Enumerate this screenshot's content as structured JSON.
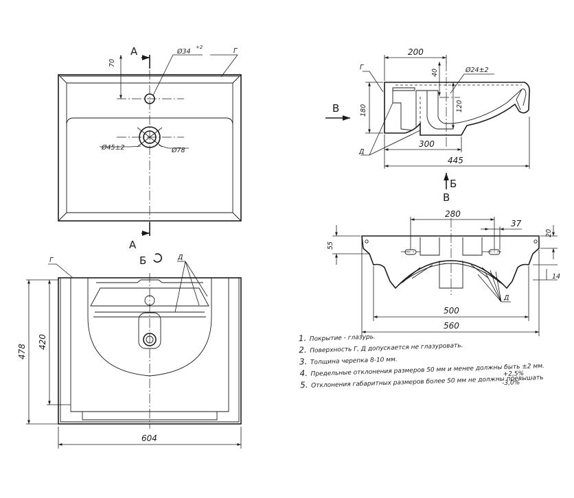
{
  "top_view": {
    "dim_70": "70",
    "dim_hole": "Ø34",
    "dim_hole_tol": "+2",
    "dim_drain": "Ø45±2",
    "dim_drain_outer": "Ø78",
    "label_g": "Г",
    "section_a_top": "А",
    "section_a_bottom": "А"
  },
  "front_view": {
    "view_b_label": "Б",
    "label_g": "Г",
    "label_d": "Д",
    "dim_height_total": "478",
    "dim_height_inner": "420",
    "dim_width": "604"
  },
  "section_view": {
    "dim_200": "200",
    "dim_40": "40",
    "dim_hole": "Ø24±2",
    "dim_180": "180",
    "dim_120": "120",
    "dim_300": "300",
    "dim_445": "445",
    "label_g": "Г",
    "label_d": "Д",
    "arrow_b_label": "В",
    "arrow_b_bottom": "Б"
  },
  "rear_view": {
    "view_label": "В",
    "dim_280": "280",
    "dim_37": "37",
    "dim_20": "20",
    "dim_55": "55",
    "dim_14": "14",
    "dim_500": "500",
    "dim_560": "560",
    "label_d": "Д"
  },
  "notes": [
    {
      "num": "1.",
      "text": "Покрытие - глазурь."
    },
    {
      "num": "2.",
      "text": "Поверхность Г, Д допускается не глазуровать."
    },
    {
      "num": "3.",
      "text": "Толщина черепка 8-10 мм."
    },
    {
      "num": "4.",
      "text": "Предельные отклонения размеров 50 мм и менее должны быть ±2  мм."
    },
    {
      "num": "5.",
      "text": "Отклонения габаритных размеров более 50 мм не должны превышать"
    }
  ],
  "note5_tol_plus": "+2,5%",
  "note5_tol_minus": "-3,0%"
}
